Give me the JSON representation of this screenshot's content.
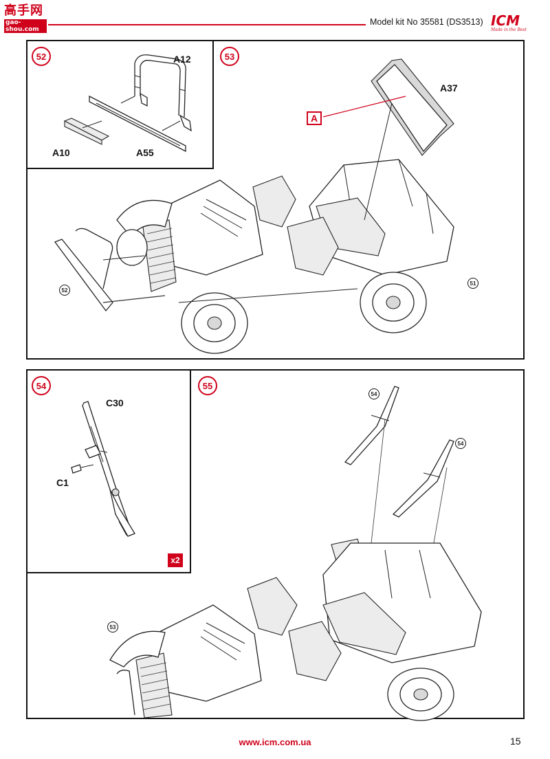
{
  "watermark": {
    "title": "高手网",
    "url": "gao-shou.com"
  },
  "header": {
    "title": "Model kit No 35581 (DS3513)"
  },
  "logo": {
    "main": "ICM",
    "tagline": "Made in the Best"
  },
  "steps": {
    "s52": {
      "number": "52",
      "parts": {
        "a12": "A12",
        "a10": "A10",
        "a55": "A55"
      }
    },
    "s53": {
      "number": "53",
      "parts": {
        "a37": "A37"
      },
      "callout": "A",
      "refs": {
        "r52": "52",
        "r51": "51"
      }
    },
    "s54": {
      "number": "54",
      "parts": {
        "c30": "C30",
        "c1": "C1"
      },
      "quantity": "x2"
    },
    "s55": {
      "number": "55",
      "refs": {
        "r54a": "54",
        "r54b": "54",
        "r53": "53"
      }
    }
  },
  "footer": {
    "url": "www.icm.com.ua",
    "page": "15"
  },
  "colors": {
    "accent": "#d0021b",
    "line": "#222222"
  }
}
